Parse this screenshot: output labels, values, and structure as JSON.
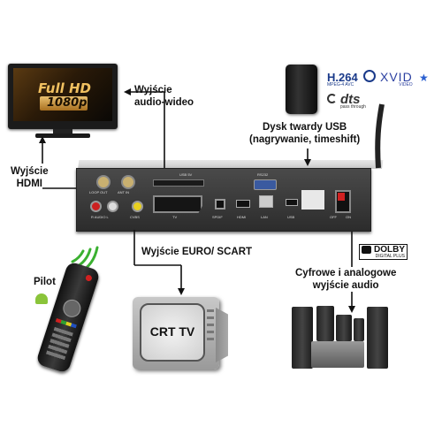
{
  "labels": {
    "av_out": [
      "Wyjście",
      "audio-wideo"
    ],
    "hdmi_out": [
      "Wyjście",
      "HDMI"
    ],
    "usb_disk": [
      "Dysk twardy USB",
      "(nagrywanie, timeshift)"
    ],
    "euro_scart": "Wyjście EURO/ SCART",
    "pilot": "Pilot",
    "audio_out": [
      "Cyfrowe i analogowe",
      "wyjście audio"
    ]
  },
  "tv_screen": {
    "full_hd_top": "Full HD",
    "full_hd_res": "1080p"
  },
  "crt_tv": "CRT TV",
  "logos": {
    "h264": "H.264",
    "h264_sub": "MPEG-4 AVC",
    "xvid": "XVID",
    "xvid_sub": "VIDEO",
    "dts": "dts",
    "dts_sub": "pass through",
    "dolby": "DOLBY",
    "dolby_sub": "DIGITAL PLUS"
  },
  "panel_labels": {
    "loop_out": "LOOP OUT",
    "ant_in": "ANT IN",
    "usb_label": "USB 5V",
    "rs232": "RS232",
    "spdif": "SPDIF",
    "hdmi": "HDMI",
    "lan": "LAN",
    "usb": "USB",
    "tv": "TV",
    "cvbs": "CVBS",
    "audio": "R AUDIO L",
    "off": "OFF",
    "on": "ON"
  }
}
